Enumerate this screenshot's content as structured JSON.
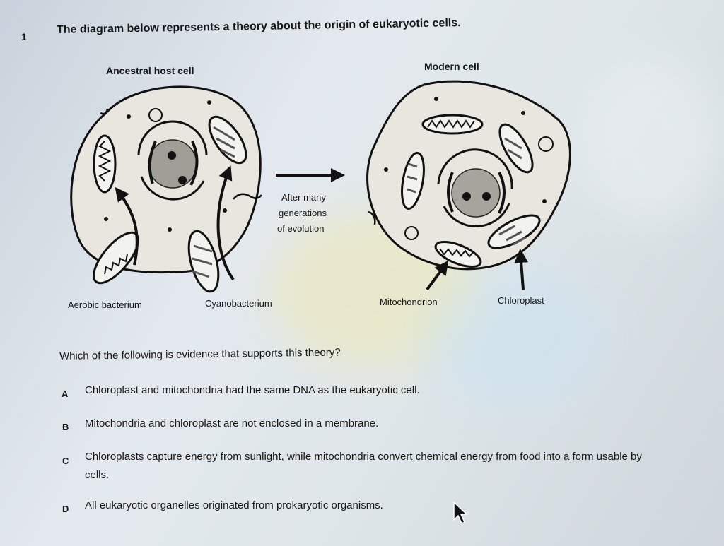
{
  "question": {
    "number": "1",
    "stem": "The diagram below represents a theory about the origin of eukaryotic cells."
  },
  "diagram": {
    "ancestral_label": "Ancestral host cell",
    "modern_label": "Modern cell",
    "arrow_caption": [
      "After many",
      "generations",
      "of evolution"
    ],
    "labels": {
      "aerobic": "Aerobic bacterium",
      "cyano": "Cyanobacterium",
      "mito": "Mitochondrion",
      "chloro": "Chloroplast"
    }
  },
  "prompt": "Which of the following is evidence that supports this theory?",
  "options": [
    {
      "letter": "A",
      "text": "Chloroplast and mitochondria had the same DNA as the eukaryotic cell."
    },
    {
      "letter": "B",
      "text": "Mitochondria and chloroplast are not enclosed in a membrane."
    },
    {
      "letter": "C",
      "text": "Chloroplasts capture energy from sunlight, while mitochondria convert chemical energy from food into a form usable by cells."
    },
    {
      "letter": "D",
      "text": "All eukaryotic organelles originated from prokaryotic organisms."
    }
  ],
  "colors": {
    "ink": "#161616",
    "background": "#dfe6e9"
  }
}
